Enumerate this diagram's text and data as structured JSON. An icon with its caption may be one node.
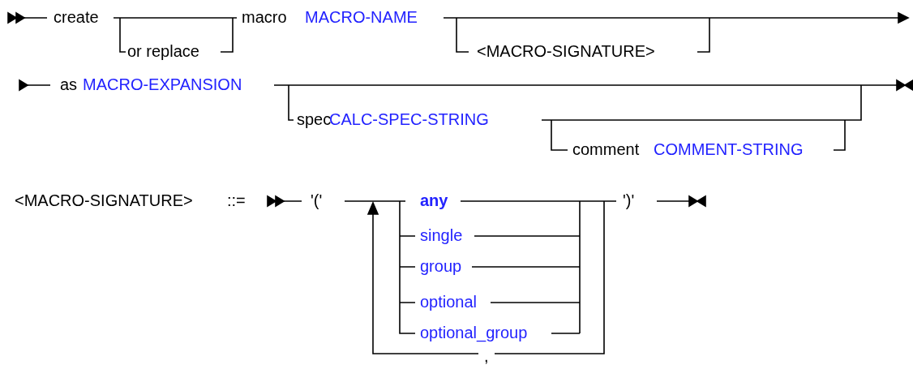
{
  "diagram": {
    "labels": [
      "create",
      "or replace",
      "macro",
      "MACRO-NAME",
      "<MACRO-SIGNATURE>",
      "as",
      "MACRO-EXPANSION",
      "spec",
      "CALC-SPEC-STRING",
      "comment",
      "COMMENT-STRING",
      "<MACRO-SIGNATURE>",
      "::=",
      "'('",
      "any",
      "')'",
      "single",
      "group",
      "optional",
      "optional_group",
      ","
    ]
  }
}
